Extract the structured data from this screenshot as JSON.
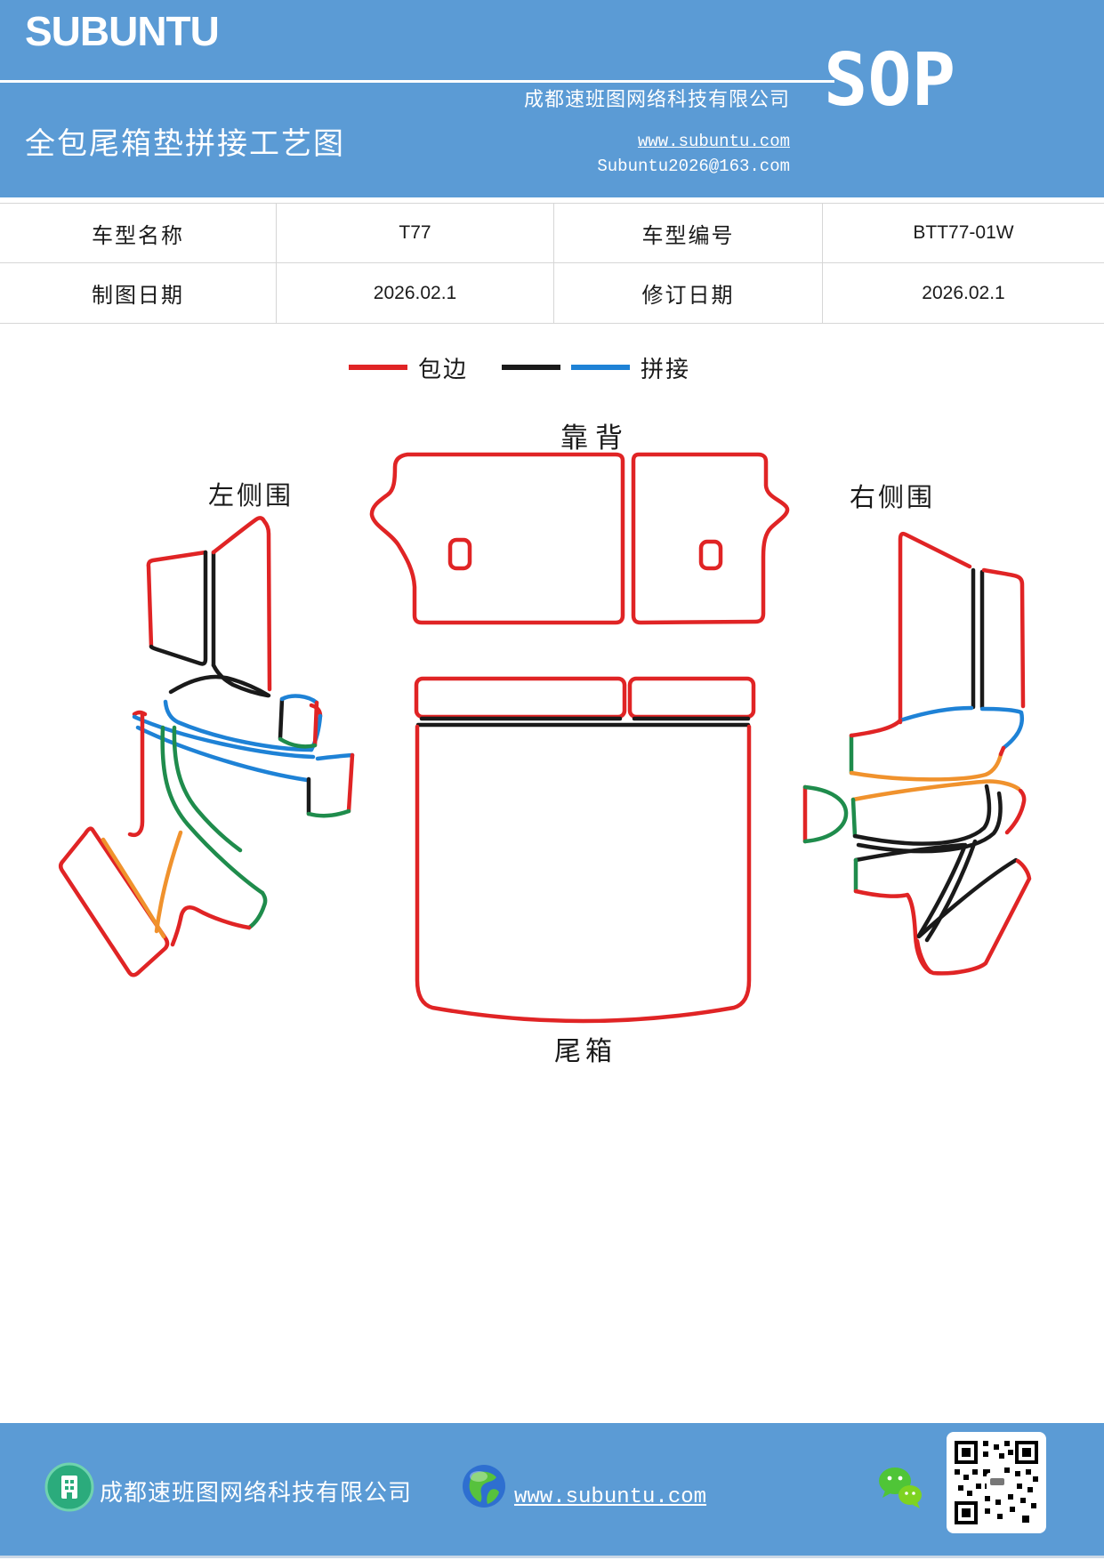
{
  "header": {
    "logo": "SUBUNTU",
    "title": "全包尾箱垫拼接工艺图",
    "company": "成都速班图网络科技有限公司",
    "website": "www.subuntu.com",
    "email": "Subuntu2026@163.com",
    "badge": "SOP",
    "bg_color": "#5B9BD5"
  },
  "info_table": {
    "cells": [
      [
        "车型名称",
        "T77",
        "车型编号",
        "BTT77-01W"
      ],
      [
        "制图日期",
        "2026.02.1",
        "修订日期",
        "2026.02.1"
      ]
    ]
  },
  "legend": {
    "items": [
      {
        "label": "包边",
        "colors": [
          "#E02425"
        ]
      },
      {
        "label": "拼接",
        "colors": [
          "#1A1A1A",
          "#1E82D6"
        ]
      }
    ]
  },
  "diagram": {
    "labels": {
      "backrest": "靠背",
      "left_side": "左侧围",
      "right_side": "右侧围",
      "trunk": "尾箱"
    },
    "colors": {
      "edge_red": "#E02425",
      "splice_black": "#1A1A1A",
      "splice_blue": "#1E82D6",
      "accent_green": "#1F8C4C",
      "accent_orange": "#F0922D"
    }
  },
  "footer": {
    "company": "成都速班图网络科技有限公司",
    "website": "www.subuntu.com",
    "icons": [
      "building-icon",
      "globe-icon",
      "wechat-icon",
      "qr-code"
    ]
  }
}
